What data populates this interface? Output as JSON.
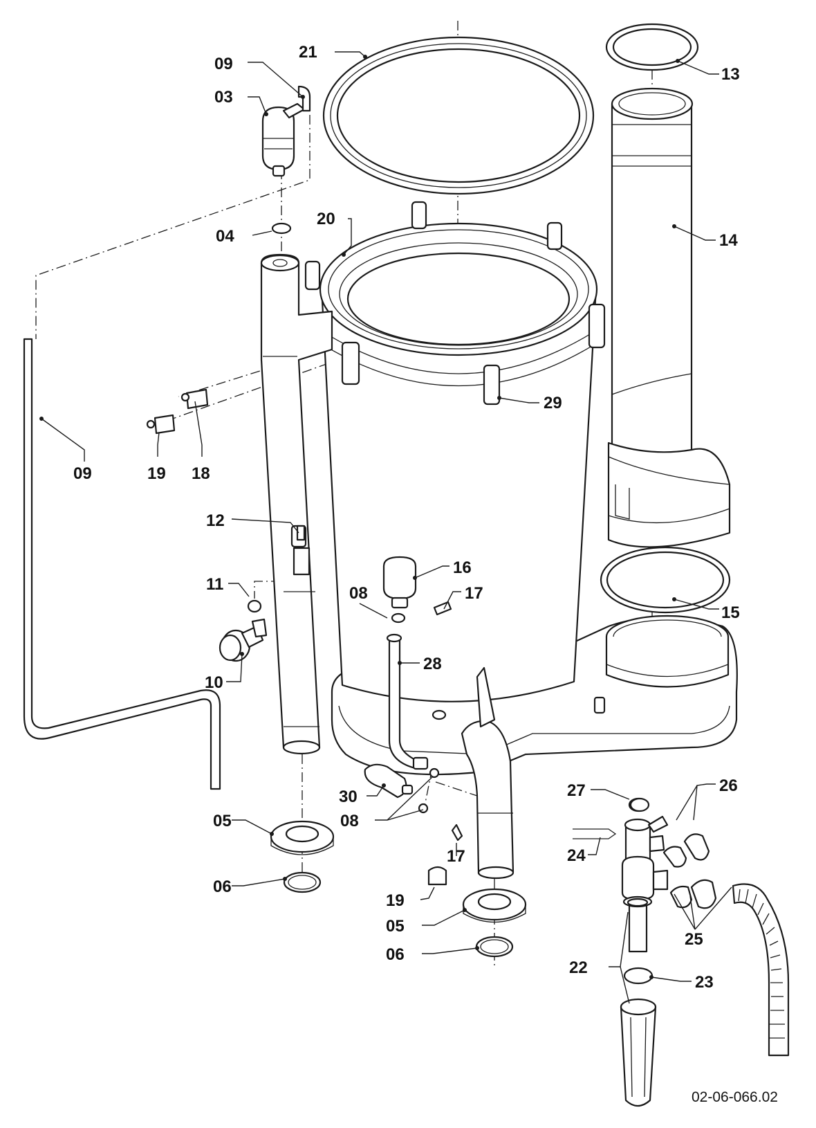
{
  "callouts": [
    {
      "key": "21",
      "text": "21"
    },
    {
      "key": "09a",
      "text": "09"
    },
    {
      "key": "03",
      "text": "03"
    },
    {
      "key": "13",
      "text": "13"
    },
    {
      "key": "04",
      "text": "04"
    },
    {
      "key": "20",
      "text": "20"
    },
    {
      "key": "14",
      "text": "14"
    },
    {
      "key": "29",
      "text": "29"
    },
    {
      "key": "09b",
      "text": "09"
    },
    {
      "key": "19a",
      "text": "19"
    },
    {
      "key": "18",
      "text": "18"
    },
    {
      "key": "12",
      "text": "12"
    },
    {
      "key": "16",
      "text": "16"
    },
    {
      "key": "11",
      "text": "11"
    },
    {
      "key": "08a",
      "text": "08"
    },
    {
      "key": "17a",
      "text": "17"
    },
    {
      "key": "15",
      "text": "15"
    },
    {
      "key": "28",
      "text": "28"
    },
    {
      "key": "10",
      "text": "10"
    },
    {
      "key": "27",
      "text": "27"
    },
    {
      "key": "26",
      "text": "26"
    },
    {
      "key": "30",
      "text": "30"
    },
    {
      "key": "05a",
      "text": "05"
    },
    {
      "key": "08b",
      "text": "08"
    },
    {
      "key": "24",
      "text": "24"
    },
    {
      "key": "17b",
      "text": "17"
    },
    {
      "key": "06a",
      "text": "06"
    },
    {
      "key": "19b",
      "text": "19"
    },
    {
      "key": "05b",
      "text": "05"
    },
    {
      "key": "25",
      "text": "25"
    },
    {
      "key": "06b",
      "text": "06"
    },
    {
      "key": "22",
      "text": "22"
    },
    {
      "key": "23",
      "text": "23"
    }
  ],
  "drawing_ref": "02-06-066.02"
}
